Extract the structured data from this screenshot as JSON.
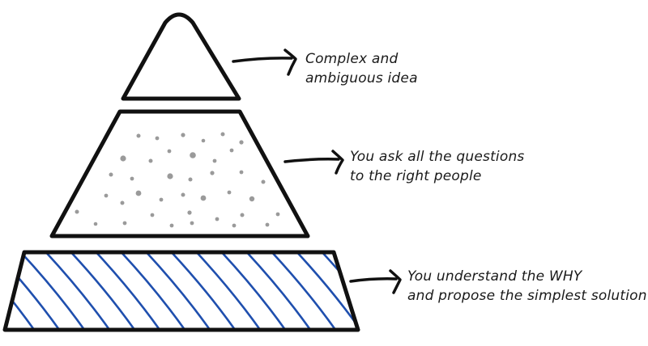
{
  "tiers": [
    {
      "id": "top",
      "fill": "none",
      "lines": [
        "Complex and",
        "ambiguous idea"
      ]
    },
    {
      "id": "middle",
      "fill": "dots",
      "lines": [
        "You ask all the questions",
        "to the right people"
      ]
    },
    {
      "id": "bottom",
      "fill": "stripes",
      "lines": [
        "You understand the WHY",
        "and propose the simplest solution"
      ]
    }
  ],
  "colors": {
    "outline": "#111111",
    "dots": "#9a9a9a",
    "stripes": "#1f4fae",
    "text": "#1a1a1a"
  }
}
